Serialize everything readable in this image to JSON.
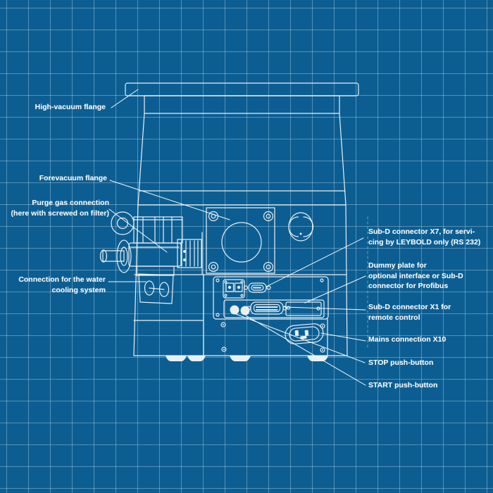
{
  "diagram": {
    "kind": "blueprint line drawing of a vacuum pump with callouts"
  },
  "colors": {
    "background": "#0c5e92",
    "grid_line": "#5a8eb3",
    "drawing_line": "#f3f8fb",
    "label_text": "#f5f9fc"
  },
  "labels": {
    "high_vacuum": {
      "lines": [
        "High-vacuum flange"
      ]
    },
    "forevacuum": {
      "lines": [
        "Forevacuum flange"
      ]
    },
    "purge": {
      "lines": [
        "Purge gas connection",
        "(here with screwed on filter)"
      ]
    },
    "water": {
      "lines": [
        "Connection for the water",
        "cooling system"
      ]
    },
    "x7": {
      "lines": [
        "Sub-D connector X7, for servi-",
        "cing by LEYBOLD only (RS 232)"
      ]
    },
    "dummy": {
      "lines": [
        "Dummy plate for",
        "optional interface or Sub-D",
        "connector for Profibus"
      ]
    },
    "x1": {
      "lines": [
        "Sub-D connector X1 for",
        "remote control"
      ]
    },
    "mains": {
      "lines": [
        "Mains connection X10"
      ]
    },
    "stop": {
      "lines": [
        "STOP push-button"
      ]
    },
    "start": {
      "lines": [
        "START push-button"
      ]
    }
  }
}
